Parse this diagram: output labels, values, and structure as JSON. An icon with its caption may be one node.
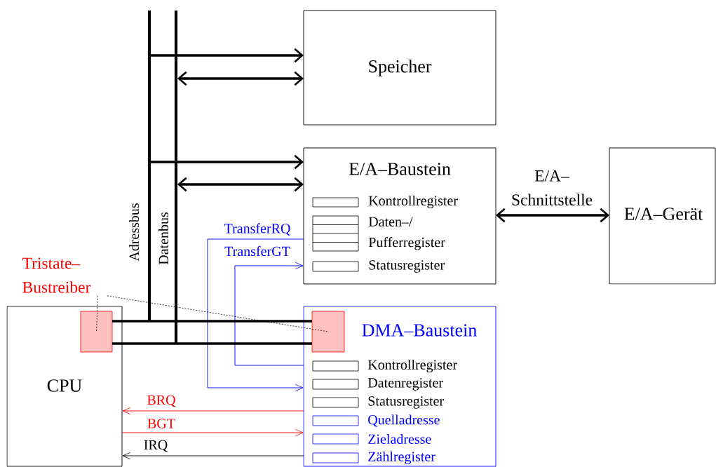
{
  "diagram": {
    "nodes": [
      {
        "text": [],
        "shape": "bar",
        "beside": [
          "Adressbus"
        ]
      },
      {
        "text": [],
        "shape": "bar",
        "beside": [
          "Datenbus"
        ]
      },
      {
        "text": [
          "Speicher"
        ]
      },
      {
        "text": [
          "E/A–Baustein"
        ]
      },
      {
        "text": [],
        "shape": "box",
        "in": 3,
        "beside": [
          "Kontrollregister"
        ]
      },
      {
        "text": [],
        "shape": "box",
        "in": 3,
        "beside": [
          "Daten–/ Pufferregister"
        ]
      },
      {
        "text": [],
        "shape": "box",
        "in": 3,
        "beside": [
          "Statusregister"
        ]
      },
      {
        "text": [
          "E/A–Gerät"
        ]
      },
      {
        "text": [
          "Tristate– Bustreiber"
        ]
      },
      {
        "text": [
          "CPU"
        ]
      },
      {
        "text": [],
        "shape": "box",
        "in": 9
      },
      {
        "text": [
          "DMA–Baustein"
        ]
      },
      {
        "text": [],
        "shape": "box",
        "in": 11
      },
      {
        "text": [],
        "shape": "box",
        "in": 11,
        "beside": [
          "Kontrollregister"
        ]
      },
      {
        "text": [],
        "shape": "box",
        "in": 11,
        "beside": [
          "Datenregister"
        ]
      },
      {
        "text": [],
        "shape": "box",
        "in": 11,
        "beside": [
          "Statusregister"
        ]
      },
      {
        "text": [],
        "shape": "box",
        "in": 11,
        "beside": [
          "Quelladresse"
        ]
      },
      {
        "text": [],
        "shape": "box",
        "in": 11,
        "beside": [
          "Zieladresse"
        ]
      },
      {
        "text": [],
        "shape": "box",
        "in": 11,
        "beside": [
          "Zählregister"
        ]
      }
    ],
    "edges": [
      {
        "from": 0,
        "to": 2,
        "arrow": "to",
        "style": "thick"
      },
      {
        "from": 1,
        "to": 2,
        "arrow": "both",
        "style": "thick"
      },
      {
        "from": 0,
        "to": 3,
        "arrow": "to",
        "style": "thick"
      },
      {
        "from": 1,
        "to": 3,
        "arrow": "both",
        "style": "thick"
      },
      {
        "from": 3,
        "to": 7,
        "arrow": "both",
        "style": "thick",
        "label": "E/A– Schnittstelle"
      },
      {
        "from": 3,
        "to": 11,
        "arrow": "to",
        "label": "TransferRQ",
        "color": "#0000ff"
      },
      {
        "from": 11,
        "to": 3,
        "arrow": "to",
        "label": "TransferGT",
        "color": "#0000ff"
      },
      {
        "from": 10,
        "to": 12,
        "arrow": "none",
        "style": "thick"
      },
      {
        "from": 10,
        "to": 12,
        "arrow": "none",
        "style": "thick"
      },
      {
        "from": 11,
        "to": 9,
        "arrow": "to",
        "label": "BRQ",
        "color": "#ff0000"
      },
      {
        "from": 9,
        "to": 11,
        "arrow": "to",
        "label": "BGT",
        "color": "#ff0000"
      },
      {
        "from": 11,
        "to": 9,
        "arrow": "to",
        "label": "IRQ"
      },
      {
        "from": 8,
        "to": 10,
        "arrow": "none",
        "style": "dashed"
      },
      {
        "from": 8,
        "to": 12,
        "arrow": "none",
        "style": "dashed"
      }
    ]
  }
}
